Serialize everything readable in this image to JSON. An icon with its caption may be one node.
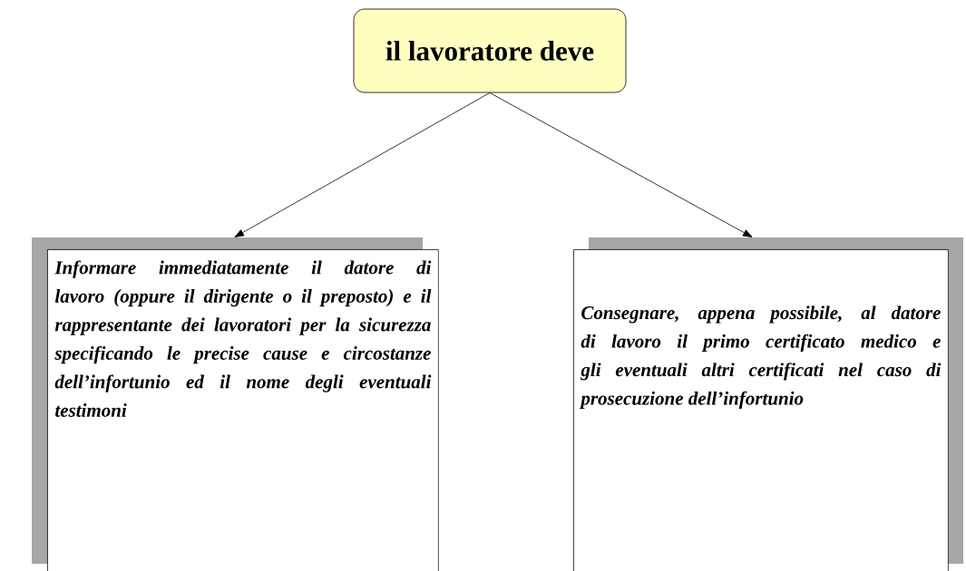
{
  "diagram": {
    "nodes": [
      {
        "text": [
          "il lavoratore deve"
        ]
      },
      {
        "text": [
          "Informare immediatamente il datore di lavoro (oppure il dirigente o il preposto) e il rappresentante dei lavoratori per la sicurezza specificando le precise cause e circostanze dell’infortunio ed il nome degli eventuali testimoni"
        ]
      },
      {
        "text": [
          "Consegnare, appena possibile, al datore di lavoro il primo certificato medico e gli eventuali altri certificati nel caso di prosecuzione dell’infortunio"
        ]
      }
    ],
    "edges": [
      {
        "from": 0,
        "to": 1,
        "arrow": "to"
      },
      {
        "from": 0,
        "to": 2,
        "arrow": "to"
      }
    ]
  }
}
